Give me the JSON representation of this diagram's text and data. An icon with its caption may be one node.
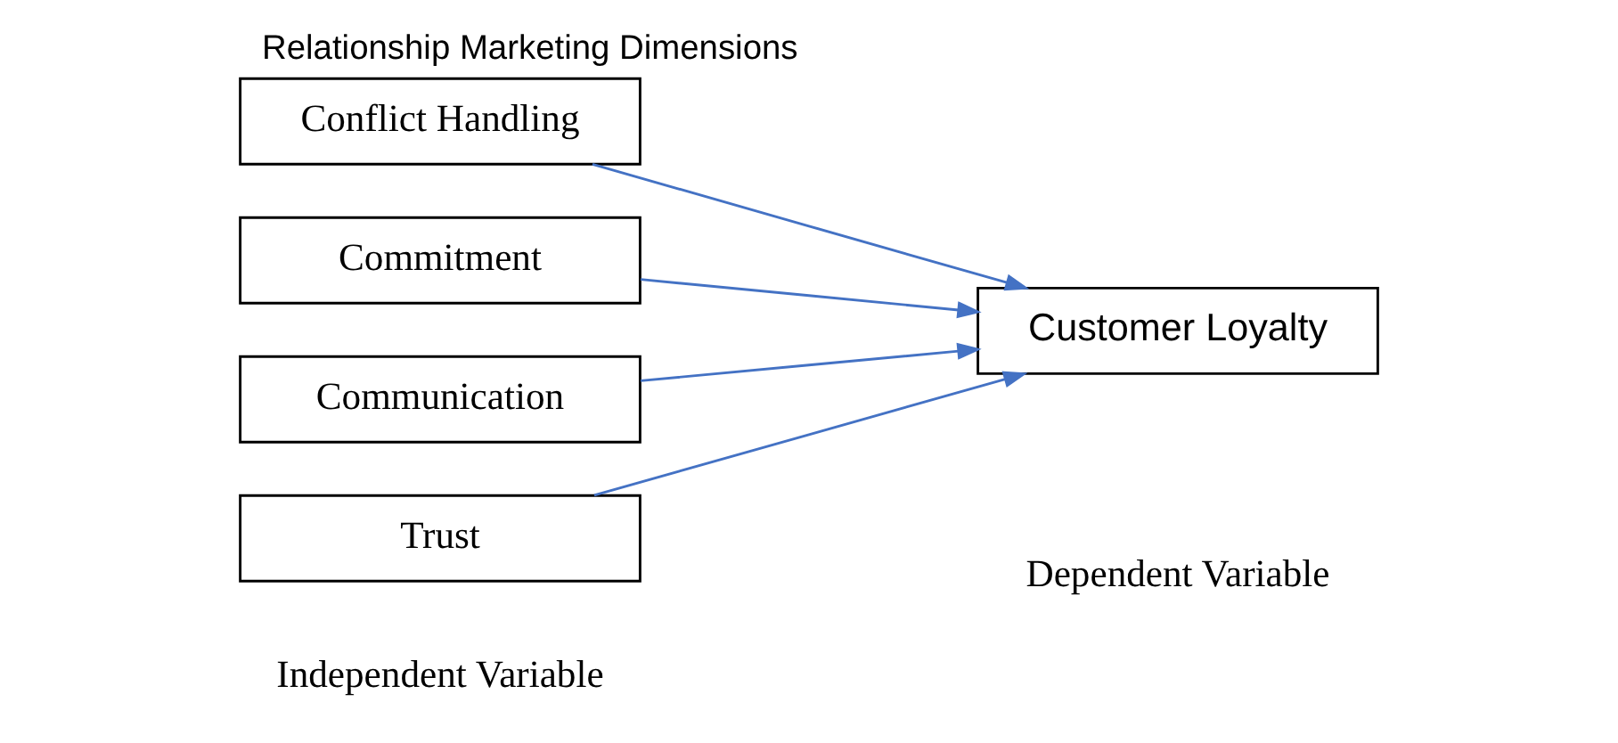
{
  "diagram": {
    "title": "Relationship Marketing Dimensions",
    "nodes": [
      {
        "text": [
          "Conflict Handling"
        ]
      },
      {
        "text": [
          "Commitment"
        ]
      },
      {
        "text": [
          "Communication"
        ]
      },
      {
        "text": [
          "Trust"
        ]
      },
      {
        "text": [
          "Customer Loyalty"
        ]
      }
    ],
    "edges": [
      {
        "from": 0,
        "to": 4,
        "arrow": "to"
      },
      {
        "from": 1,
        "to": 4,
        "arrow": "to"
      },
      {
        "from": 2,
        "to": 4,
        "arrow": "to"
      },
      {
        "from": 3,
        "to": 4,
        "arrow": "to"
      }
    ],
    "labels": [
      "Independent Variable",
      "Dependent Variable"
    ]
  }
}
